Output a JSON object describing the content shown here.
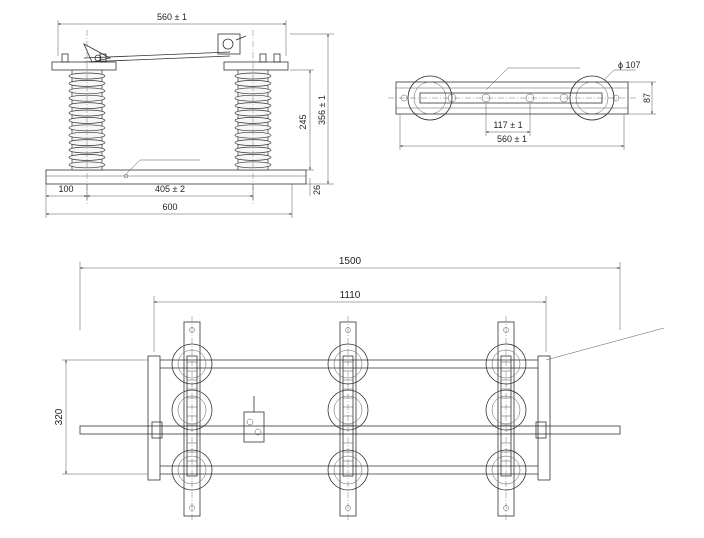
{
  "side_view": {
    "dim_top": "560 ± 1",
    "dim_height": "356 ± 1",
    "dim_insulator": "245",
    "dim_base_thick": "26",
    "dim_edge": "100",
    "dim_spacing": "405 ± 2",
    "dim_length": "600"
  },
  "top_view": {
    "dim_dia": "ϕ 107",
    "dim_width": "87",
    "dim_hole": "117 ± 1",
    "dim_length": "560 ± 1"
  },
  "three_phase_view": {
    "dim_total": "1500",
    "dim_span": "1110",
    "dim_pitch": "320"
  }
}
